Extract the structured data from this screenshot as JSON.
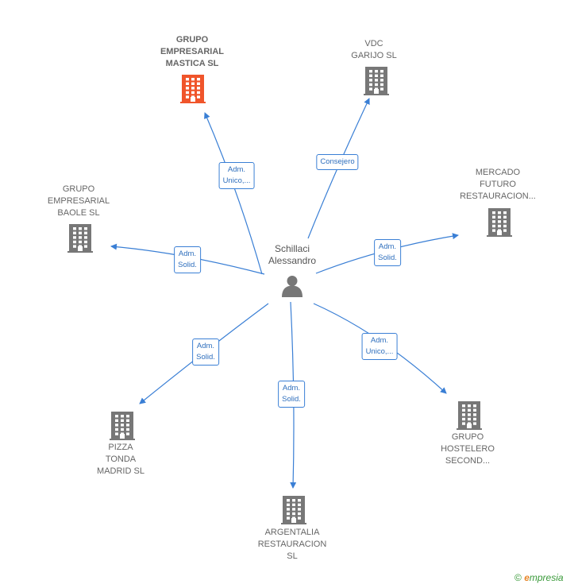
{
  "center": {
    "lines": [
      "Schillaci",
      "Alessandro"
    ]
  },
  "nodes": [
    {
      "id": "mastica",
      "lines": [
        "GRUPO",
        "EMPRESARIAL",
        "MASTICA  SL"
      ],
      "highlight": true
    },
    {
      "id": "vdc",
      "lines": [
        "VDC",
        "GARIJO  SL"
      ],
      "highlight": false
    },
    {
      "id": "mercado",
      "lines": [
        "MERCADO",
        "FUTURO",
        "RESTAURACION..."
      ],
      "highlight": false
    },
    {
      "id": "baole",
      "lines": [
        "GRUPO",
        "EMPRESARIAL",
        "BAOLE  SL"
      ],
      "highlight": false
    },
    {
      "id": "pizza",
      "lines": [
        "PIZZA",
        "TONDA",
        "MADRID  SL"
      ],
      "highlight": false
    },
    {
      "id": "argentalia",
      "lines": [
        "ARGENTALIA",
        "RESTAURACION",
        "SL"
      ],
      "highlight": false
    },
    {
      "id": "hostelero",
      "lines": [
        "GRUPO",
        "HOSTELERO",
        "SECOND..."
      ],
      "highlight": false
    }
  ],
  "edges": [
    {
      "target": "mastica",
      "lines": [
        "Adm.",
        "Unico,..."
      ]
    },
    {
      "target": "vdc",
      "lines": [
        "Consejero"
      ]
    },
    {
      "target": "mercado",
      "lines": [
        "Adm.",
        "Solid."
      ]
    },
    {
      "target": "baole",
      "lines": [
        "Adm.",
        "Solid."
      ]
    },
    {
      "target": "pizza",
      "lines": [
        "Adm.",
        "Solid."
      ]
    },
    {
      "target": "argentalia",
      "lines": [
        "Adm.",
        "Solid."
      ]
    },
    {
      "target": "hostelero",
      "lines": [
        "Adm.",
        "Unico,..."
      ]
    }
  ],
  "colors": {
    "edge": "#3a7fd5",
    "building": "#777777",
    "building_highlight": "#f0552b",
    "person": "#777777"
  },
  "footer": {
    "copyright": "©",
    "brand_initial": "e",
    "brand_rest": "mpresia"
  }
}
